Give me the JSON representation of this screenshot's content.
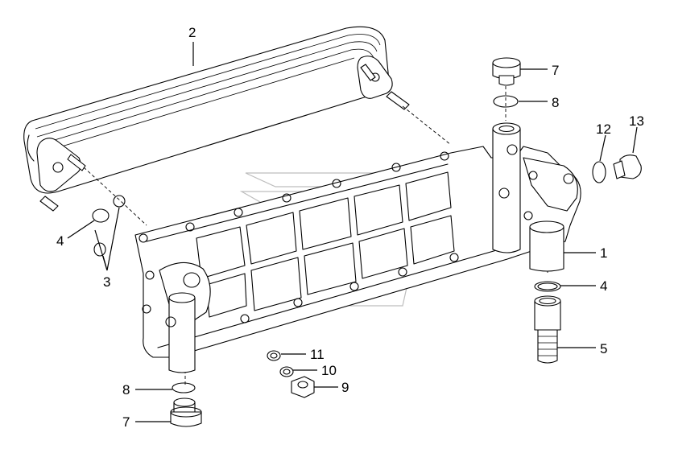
{
  "diagram": {
    "callouts": [
      {
        "id": "c2",
        "text": "2"
      },
      {
        "id": "c7a",
        "text": "7"
      },
      {
        "id": "c8a",
        "text": "8"
      },
      {
        "id": "c12",
        "text": "12"
      },
      {
        "id": "c13",
        "text": "13"
      },
      {
        "id": "c4a",
        "text": "4"
      },
      {
        "id": "c3",
        "text": "3"
      },
      {
        "id": "c1",
        "text": "1"
      },
      {
        "id": "c4b",
        "text": "4"
      },
      {
        "id": "c5",
        "text": "5"
      },
      {
        "id": "c11",
        "text": "11"
      },
      {
        "id": "c10",
        "text": "10"
      },
      {
        "id": "c9",
        "text": "9"
      },
      {
        "id": "c8b",
        "text": "8"
      },
      {
        "id": "c7b",
        "text": "7"
      }
    ]
  }
}
